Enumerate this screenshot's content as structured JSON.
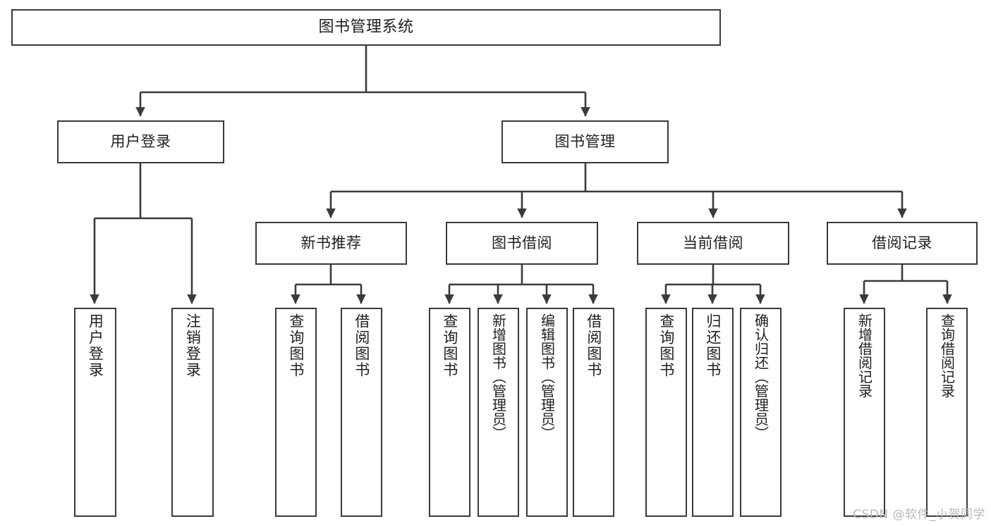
{
  "diagram": {
    "title": "图书管理系统",
    "type": "tree-hierarchy",
    "stroke_color": "#3a3a3a",
    "fill_color": "#ffffff",
    "text_color": "#1f1f1f",
    "nodes": {
      "root": {
        "label": "图书管理系统"
      },
      "level2": [
        {
          "id": "user-login",
          "label": "用户登录"
        },
        {
          "id": "book-manage",
          "label": "图书管理"
        }
      ],
      "level3": [
        {
          "id": "new-book-recommend",
          "label": "新书推荐"
        },
        {
          "id": "book-borrow",
          "label": "图书借阅"
        },
        {
          "id": "current-borrow",
          "label": "当前借阅"
        },
        {
          "id": "borrow-record",
          "label": "借阅记录"
        }
      ],
      "leaves": {
        "user_login": [
          {
            "id": "leaf-user-login",
            "label": "用户登录"
          },
          {
            "id": "leaf-logout-login",
            "label": "注销登录"
          }
        ],
        "new_book_recommend": [
          {
            "id": "leaf-query-book-1",
            "label": "查询图书"
          },
          {
            "id": "leaf-borrow-book-1",
            "label": "借阅图书"
          }
        ],
        "book_borrow": [
          {
            "id": "leaf-query-book-2",
            "label": "查询图书"
          },
          {
            "id": "leaf-add-book",
            "label": "新增图书（管理员）"
          },
          {
            "id": "leaf-edit-book",
            "label": "编辑图书（管理员）"
          },
          {
            "id": "leaf-borrow-book-2",
            "label": "借阅图书"
          }
        ],
        "current_borrow": [
          {
            "id": "leaf-query-book-3",
            "label": "查询图书"
          },
          {
            "id": "leaf-return-book",
            "label": "归还图书"
          },
          {
            "id": "leaf-confirm-return",
            "label": "确认归还（管理员）"
          }
        ],
        "borrow_record": [
          {
            "id": "leaf-add-borrow-record",
            "label": "新增借阅记录"
          },
          {
            "id": "leaf-query-borrow-record",
            "label": "查询借阅记录"
          }
        ]
      }
    }
  },
  "watermark": {
    "text": "CSDN @软件_小贺同学"
  }
}
